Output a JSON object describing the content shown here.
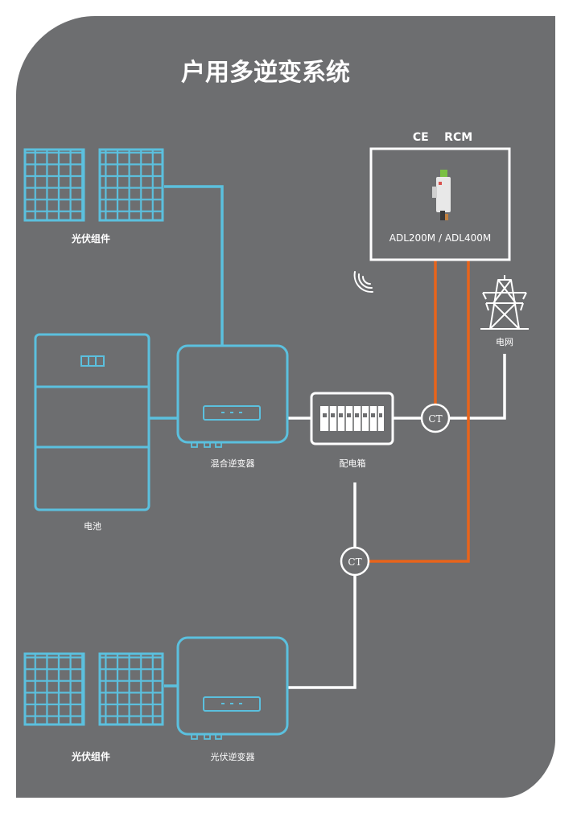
{
  "title": "户用多逆变系统",
  "certifications": "CE    RCM",
  "meter_model": "ADL200M / ADL400M",
  "labels": {
    "pv_top": "光伏组件",
    "pv_bottom": "光伏组件",
    "battery": "电池",
    "hybrid_inverter": "混合逆变器",
    "distribution_box": "配电箱",
    "grid": "电网",
    "pv_inverter": "光伏逆变器",
    "ct": "CT"
  },
  "colors": {
    "background": "#6d6e70",
    "equipment": "#5bc0de",
    "ac_line": "#ffffff",
    "signal_line": "#e8641b"
  },
  "icons": {
    "wireless": "wireless-signal-icon",
    "grid": "transmission-tower-icon"
  }
}
